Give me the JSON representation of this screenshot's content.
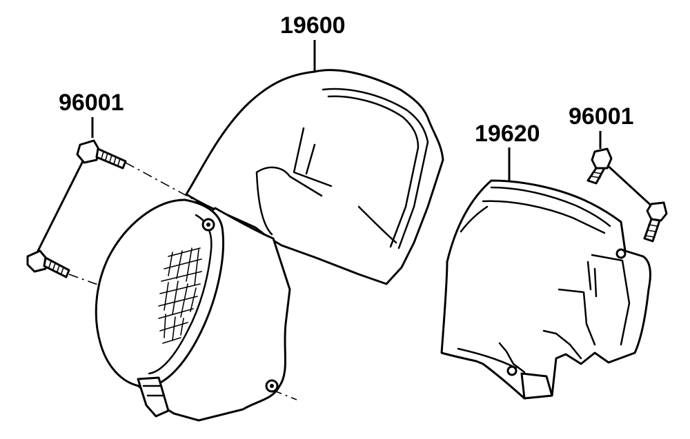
{
  "parts": [
    {
      "id": "fan-shroud",
      "number": "19600"
    },
    {
      "id": "cover",
      "number": "19620"
    },
    {
      "id": "bolt-left",
      "number": "96001"
    },
    {
      "id": "bolt-right",
      "number": "96001"
    }
  ],
  "colors": {
    "line": "#000000",
    "background": "#ffffff"
  }
}
